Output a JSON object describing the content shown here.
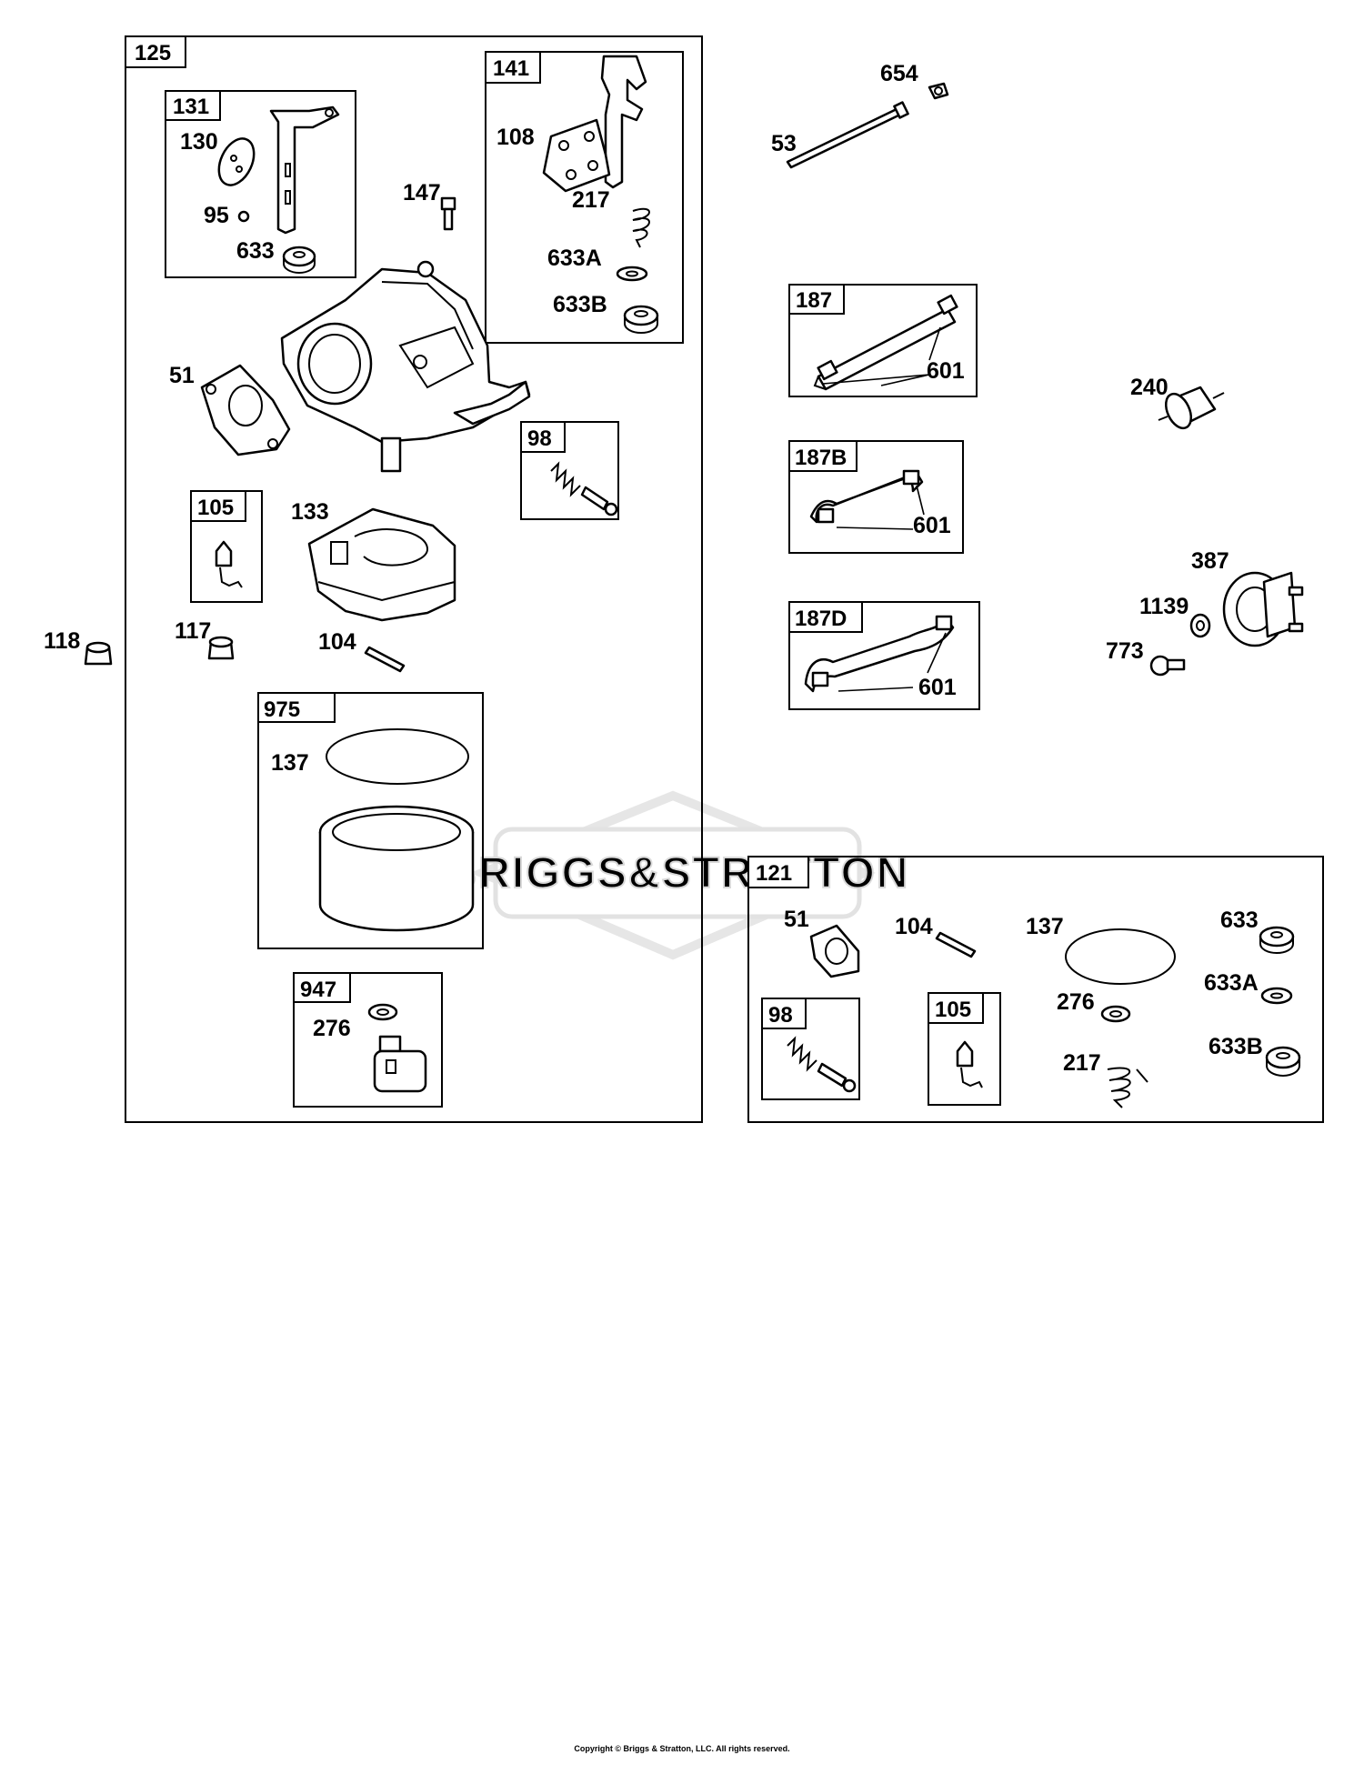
{
  "groups": [
    {
      "id": "125",
      "label": "125"
    },
    {
      "id": "131",
      "label": "131"
    },
    {
      "id": "141",
      "label": "141"
    },
    {
      "id": "98a",
      "label": "98"
    },
    {
      "id": "105a",
      "label": "105"
    },
    {
      "id": "975",
      "label": "975"
    },
    {
      "id": "947",
      "label": "947"
    },
    {
      "id": "187",
      "label": "187"
    },
    {
      "id": "187B",
      "label": "187B"
    },
    {
      "id": "187D",
      "label": "187D"
    },
    {
      "id": "121",
      "label": "121"
    },
    {
      "id": "98b",
      "label": "98"
    },
    {
      "id": "105b",
      "label": "105"
    }
  ],
  "parts": [
    {
      "id": "p130",
      "label": "130"
    },
    {
      "id": "p95",
      "label": "95"
    },
    {
      "id": "p633a",
      "label": "633"
    },
    {
      "id": "p147",
      "label": "147"
    },
    {
      "id": "p108",
      "label": "108"
    },
    {
      "id": "p217a",
      "label": "217"
    },
    {
      "id": "p633A1",
      "label": "633A"
    },
    {
      "id": "p633B1",
      "label": "633B"
    },
    {
      "id": "p51a",
      "label": "51"
    },
    {
      "id": "p133",
      "label": "133"
    },
    {
      "id": "p117",
      "label": "117"
    },
    {
      "id": "p104a",
      "label": "104"
    },
    {
      "id": "p118",
      "label": "118"
    },
    {
      "id": "p137a",
      "label": "137"
    },
    {
      "id": "p276a",
      "label": "276"
    },
    {
      "id": "p654",
      "label": "654"
    },
    {
      "id": "p53",
      "label": "53"
    },
    {
      "id": "p601a",
      "label": "601"
    },
    {
      "id": "p601b",
      "label": "601"
    },
    {
      "id": "p601c",
      "label": "601"
    },
    {
      "id": "p240",
      "label": "240"
    },
    {
      "id": "p387",
      "label": "387"
    },
    {
      "id": "p1139",
      "label": "1139"
    },
    {
      "id": "p773",
      "label": "773"
    },
    {
      "id": "p51b",
      "label": "51"
    },
    {
      "id": "p104b",
      "label": "104"
    },
    {
      "id": "p137b",
      "label": "137"
    },
    {
      "id": "p633b",
      "label": "633"
    },
    {
      "id": "p633A2",
      "label": "633A"
    },
    {
      "id": "p276b",
      "label": "276"
    },
    {
      "id": "p633B2",
      "label": "633B"
    },
    {
      "id": "p217b",
      "label": "217"
    }
  ],
  "watermark": "BRIGGS&STRATTON",
  "copyright": "Copyright © Briggs & Stratton, LLC. All rights reserved."
}
